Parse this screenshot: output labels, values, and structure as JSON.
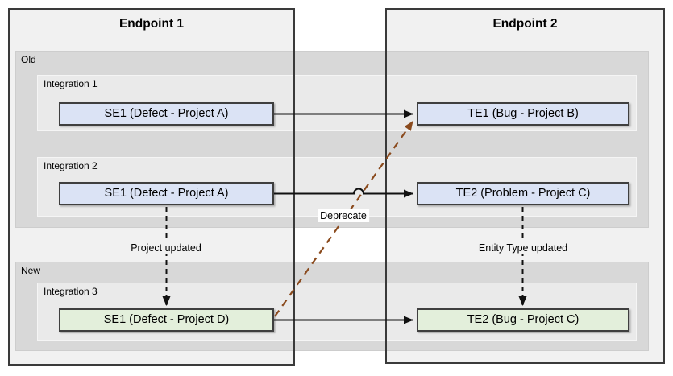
{
  "diagram": {
    "endpoint1": {
      "title": "Endpoint 1"
    },
    "endpoint2": {
      "title": "Endpoint 2"
    },
    "groups": {
      "old": "Old",
      "new": "New"
    },
    "integrations": [
      {
        "label": "Integration 1",
        "source": "SE1 (Defect - Project A)",
        "target": "TE1 (Bug - Project B)"
      },
      {
        "label": "Integration 2",
        "source": "SE1 (Defect - Project A)",
        "target": "TE2 (Problem - Project C)"
      },
      {
        "label": "Integration 3",
        "source": "SE1 (Defect - Project D)",
        "target": "TE2 (Bug - Project C)"
      }
    ],
    "annotations": {
      "project_updated": "Project updated",
      "entity_type_updated": "Entity Type updated",
      "deprecate": "Deprecate"
    },
    "colors": {
      "endpoint_fill": "#f1f1f1",
      "endpoint_border": "#3a3a3a",
      "group_band_fill": "#d8d8d8",
      "integration_band_fill": "#eaeaea",
      "old_entity_fill": "#dbe3f5",
      "new_entity_fill": "#e3efdb",
      "entity_border": "#3f3f3f",
      "mapping_arrow": "#111111",
      "deprecate_arrow": "#8a4a1d"
    }
  }
}
